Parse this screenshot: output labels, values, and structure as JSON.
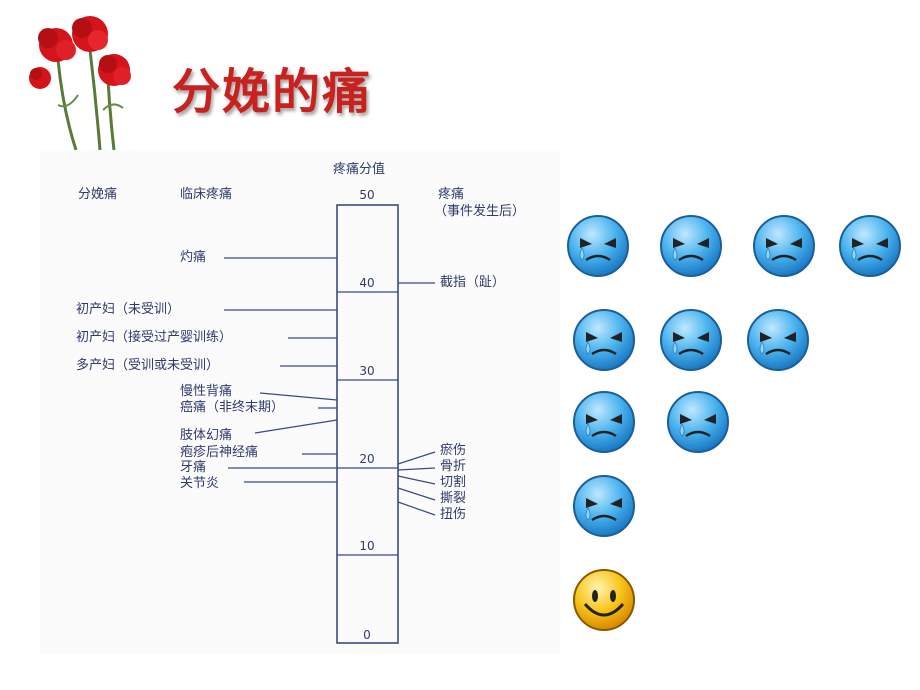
{
  "title": "分娩的痛",
  "scale": {
    "header": "疼痛分值",
    "col_left1": "分娩痛",
    "col_left2": "临床疼痛",
    "col_right": "疼痛",
    "col_right_sub": "（事件发生后）",
    "ticks": [
      "50",
      "40",
      "30",
      "20",
      "10",
      "0"
    ]
  },
  "left_labels": {
    "l1": "灼痛",
    "l2": "初产妇（未受训）",
    "l3": "初产妇（接受过产婴训练）",
    "l4": "多产妇（受训或未受训）",
    "l5": "慢性背痛",
    "l6": "癌痛（非终末期）",
    "l7": "肢体幻痛",
    "l8": "疱疹后神经痛",
    "l9": "牙痛",
    "l10": "关节炎"
  },
  "right_labels": {
    "r1": "截指（趾）",
    "r2": "瘀伤",
    "r3": "骨折",
    "r4": "切割",
    "r5": "撕裂",
    "r6": "扭伤"
  },
  "colors": {
    "title": "#c9221e",
    "line": "#3b4a86",
    "face_blue": "#3aa8e6",
    "face_yellow": "#f6c21a"
  }
}
